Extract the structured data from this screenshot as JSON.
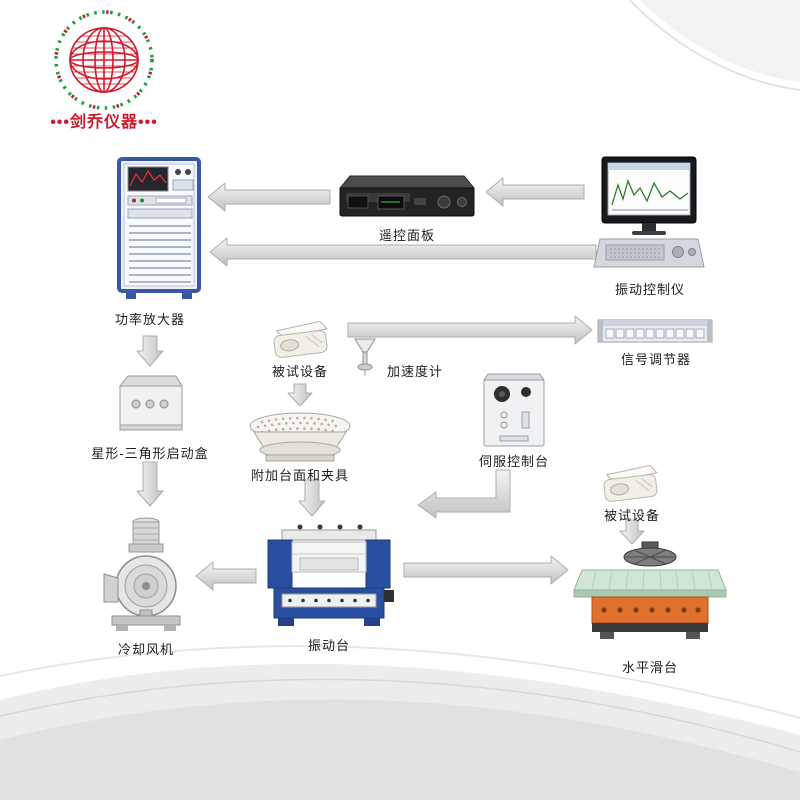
{
  "logo": {
    "text": "•••剑乔仪器•••"
  },
  "labels": {
    "power_amplifier": "功率放大器",
    "remote_panel": "遥控面板",
    "vibration_controller": "振动控制仪",
    "signal_conditioner": "信号调节器",
    "dut_top": "被试设备",
    "accelerometer": "加速度计",
    "star_delta_box": "星形-三角形启动盒",
    "fixture_table": "附加台面和夹具",
    "servo_console": "伺服控制台",
    "dut_right": "被试设备",
    "cooling_fan": "冷却风机",
    "shaker": "振动台",
    "slip_table": "水平滑台"
  },
  "colors": {
    "logo_red": "#d01a2c",
    "logo_green": "#1f9e3c",
    "cabinet_blue": "#3a57a5",
    "shaker_blue": "#2b4fa0",
    "slip_green": "#cfe6d4",
    "slip_orange": "#e0702e",
    "arrow_fill": "#dcdcdc",
    "arrow_stroke": "#a9adb3"
  },
  "connections": [
    {
      "from": "vibration_controller",
      "to": "remote_panel",
      "direction": "left"
    },
    {
      "from": "remote_panel",
      "to": "power_amplifier",
      "direction": "left"
    },
    {
      "from": "vibration_controller",
      "to": "power_amplifier",
      "direction": "left"
    },
    {
      "from": "power_amplifier",
      "to": "star_delta_box",
      "direction": "down"
    },
    {
      "from": "star_delta_box",
      "to": "cooling_fan",
      "direction": "down"
    },
    {
      "from": "dut_top",
      "to": "signal_conditioner",
      "direction": "right"
    },
    {
      "from": "dut_top",
      "to": "fixture_table",
      "direction": "down"
    },
    {
      "from": "fixture_table",
      "to": "shaker",
      "direction": "down"
    },
    {
      "from": "servo_console",
      "to": "shaker",
      "direction": "down-left"
    },
    {
      "from": "dut_right",
      "to": "slip_table",
      "direction": "down"
    },
    {
      "from": "shaker",
      "to": "cooling_fan",
      "direction": "left"
    },
    {
      "from": "shaker",
      "to": "slip_table",
      "direction": "right"
    }
  ]
}
